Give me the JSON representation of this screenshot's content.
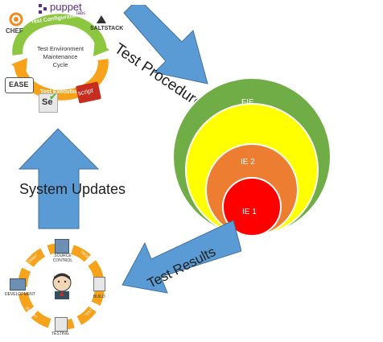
{
  "cycle": {
    "center_line1": "Test Environment",
    "center_line2": "Maintenance",
    "center_line3": "Cycle",
    "top_label": "Test Configuration",
    "bottom_label": "Test Execution"
  },
  "logos": {
    "chef": "CHEF",
    "puppet": "puppet",
    "puppet_sub": "labs",
    "saltstack": "SALTSTACK",
    "ease": "EASE",
    "selenium": "Se",
    "script": "script"
  },
  "arrows": {
    "test_procedures": "Test Procedures",
    "system_updates": "System Updates",
    "test_results": "Test Results"
  },
  "circles": {
    "outer": "FIE",
    "middle": "",
    "inner2": "IE 2",
    "inner1": "IE 1"
  },
  "ci_cycle": {
    "source_control": "SOURCE CONTROL",
    "build": "BUILD",
    "testing": "TESTING",
    "development": "DEVELOPMENT",
    "commit": "COMMIT",
    "trigger": "TRIGGER",
    "test": "TEST",
    "report": "REPORT"
  },
  "colors": {
    "arrow_blue": "#5b9bd5",
    "green": "#70ad47",
    "yellow": "#ffff00",
    "orange": "#ed7d31",
    "red": "#ff0000",
    "cycle_green": "#8dc63f",
    "cycle_orange": "#f6a21a"
  }
}
